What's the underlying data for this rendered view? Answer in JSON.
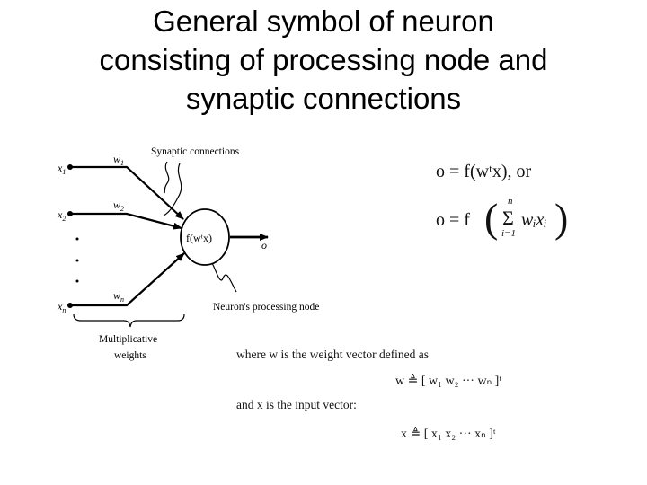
{
  "title": {
    "lines": [
      "General symbol of neuron",
      "consisting of processing node and",
      "synaptic connections"
    ]
  },
  "diagram": {
    "inputs": [
      {
        "var": "x",
        "sub": "1"
      },
      {
        "var": "x",
        "sub": "2"
      },
      {
        "var": "x",
        "sub": "n"
      }
    ],
    "weights": [
      {
        "var": "w",
        "sub": "1"
      },
      {
        "var": "w",
        "sub": "2"
      },
      {
        "var": "w",
        "sub": "n"
      }
    ],
    "node_label": "f(wᵗx)",
    "output_label": "o",
    "synaptic_label": "Synaptic connections",
    "node_caption": "Neuron's processing node",
    "weights_caption_1": "Multiplicative",
    "weights_caption_2": "weights"
  },
  "formulas": {
    "eq1": "o = f(wᵗx),  or",
    "eq2_lhs": "o = f",
    "eq2_sum_top": "n",
    "eq2_sum_bottom": "i=1",
    "eq2_body": "wᵢxᵢ",
    "where_text": "where w is the weight vector defined as",
    "w_def": "w ≜ [ w₁   w₂   ···   wₙ ]ᵗ",
    "and_text": "and x is the input vector:",
    "x_def": "x ≜ [ x₁   x₂   ···   xₙ ]ᵗ"
  }
}
